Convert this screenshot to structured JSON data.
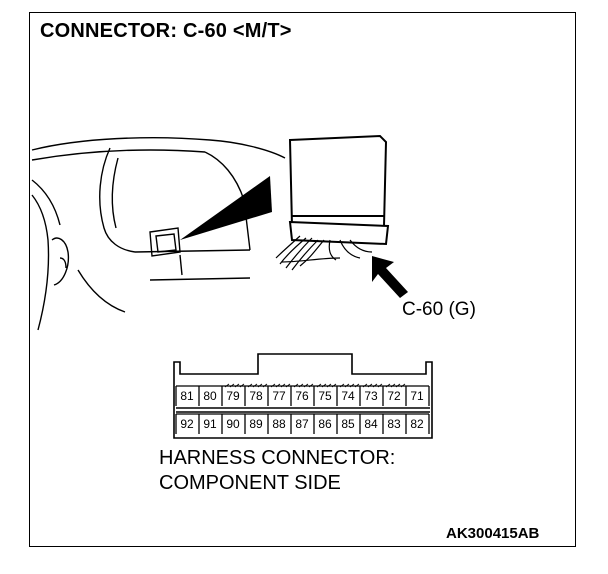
{
  "title": "CONNECTOR: C-60 <M/T>",
  "callout": "C-60 (G)",
  "caption": {
    "line1": "HARNESS CONNECTOR:",
    "line2": "COMPONENT SIDE"
  },
  "figure_code": "AK300415AB",
  "connector": {
    "top_row": [
      "81",
      "80",
      "79",
      "78",
      "77",
      "76",
      "75",
      "74",
      "73",
      "72",
      "71"
    ],
    "bottom_row": [
      "92",
      "91",
      "90",
      "89",
      "88",
      "87",
      "86",
      "85",
      "84",
      "83",
      "82"
    ]
  }
}
